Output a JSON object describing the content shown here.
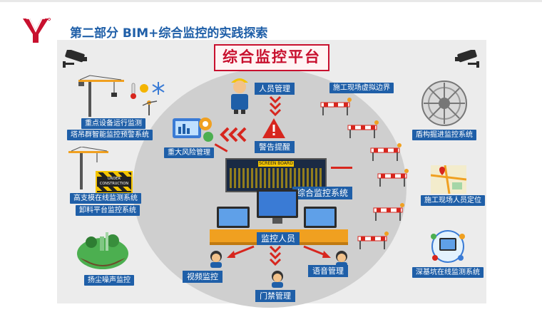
{
  "header": {
    "title": "第二部分  BIM+综合监控的实践探索"
  },
  "diagram": {
    "title": "综合监控平台",
    "left_labels": {
      "equipment_monitor": "重点设备运行监测",
      "tower_crane": "塔吊群智能监控预警系统",
      "high_support": "高支模在线监测系统",
      "unloading_platform": "卸料平台监控系统",
      "dust_noise": "扬尘噪声监控"
    },
    "right_labels": {
      "virtual_boundary": "施工现场虚拟边界",
      "shield_tunneling": "盾构掘进监控系统",
      "personnel_location": "施工现场人员定位",
      "deep_pit": "深基坑在线监测系统"
    },
    "center_labels": {
      "personnel_mgmt": "人员管理",
      "alarm": "警告提醒",
      "major_risk": "重大风险管理",
      "integrated_system": "综合监控系统",
      "monitor_staff": "监控人员",
      "video_monitor": "视频监控",
      "voice_mgmt": "语音管理",
      "access_mgmt": "门禁管理"
    },
    "board_text": "SCREEN BOARD",
    "sign_text": "UNDER CONSTRUCTION",
    "colors": {
      "blue": "#1f5fa8",
      "red": "#d7261e",
      "accent": "#c8102e"
    }
  }
}
